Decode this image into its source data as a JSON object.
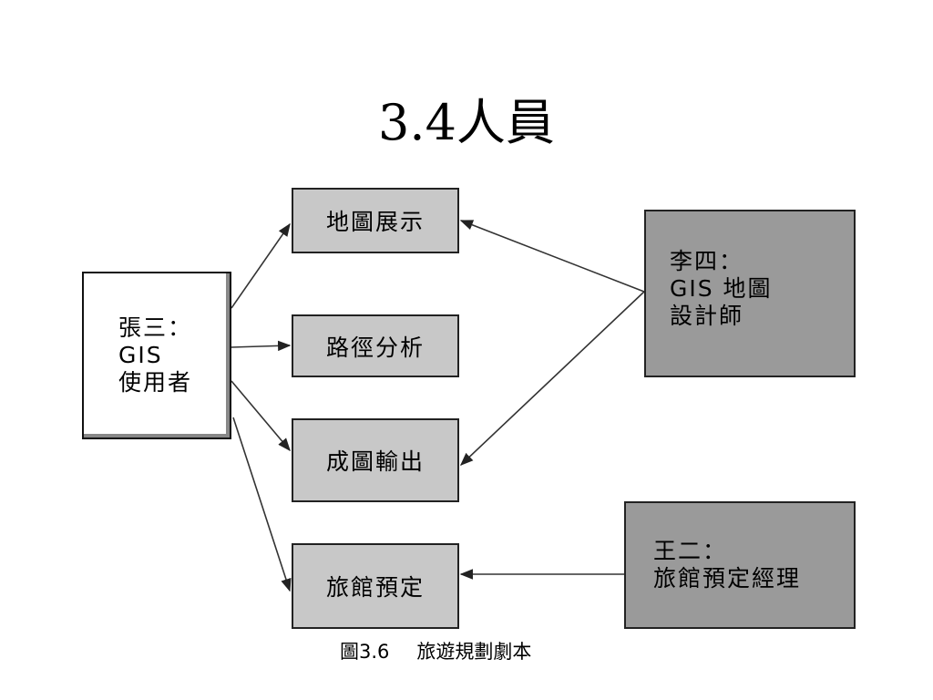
{
  "title": "3.4人員",
  "actors": {
    "zhang": {
      "lines": [
        "張三：",
        "GIS",
        "使用者"
      ]
    },
    "li": {
      "lines": [
        "李四：",
        "GIS 地圖",
        "設計師"
      ]
    },
    "wang": {
      "lines": [
        "王二：",
        "旅館預定經理"
      ]
    }
  },
  "tasks": {
    "map_display": "地圖展示",
    "route_analysis": "路徑分析",
    "map_output": "成圖輸出",
    "hotel_booking": "旅館預定"
  },
  "caption": {
    "figure": "圖3.6",
    "text": "旅遊規劃劇本"
  },
  "colors": {
    "task_fill": "#c8c8c8",
    "actor_dark_fill": "#9a9a9a",
    "actor_light_fill": "#ffffff",
    "line": "#333333"
  }
}
